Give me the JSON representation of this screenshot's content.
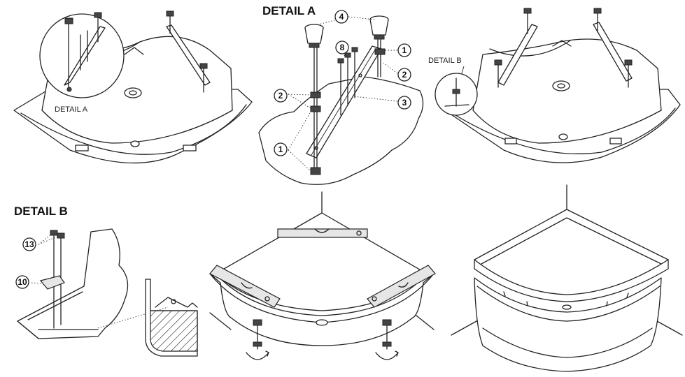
{
  "headings": {
    "detail_a": "DETAIL A",
    "detail_b": "DETAIL B"
  },
  "captions": {
    "detail_a_small": "DETAIL A",
    "detail_b_small": "DETAIL B"
  },
  "callouts": {
    "c4": "4",
    "c8": "8",
    "c1_right": "1",
    "c2_right": "2",
    "c2_left": "2",
    "c3": "3",
    "c1_left": "1",
    "c13": "13",
    "c10": "10"
  },
  "icons": [
    "bolt-icon",
    "nut-icon",
    "rotate-arrow-icon",
    "hatch-section-icon"
  ]
}
